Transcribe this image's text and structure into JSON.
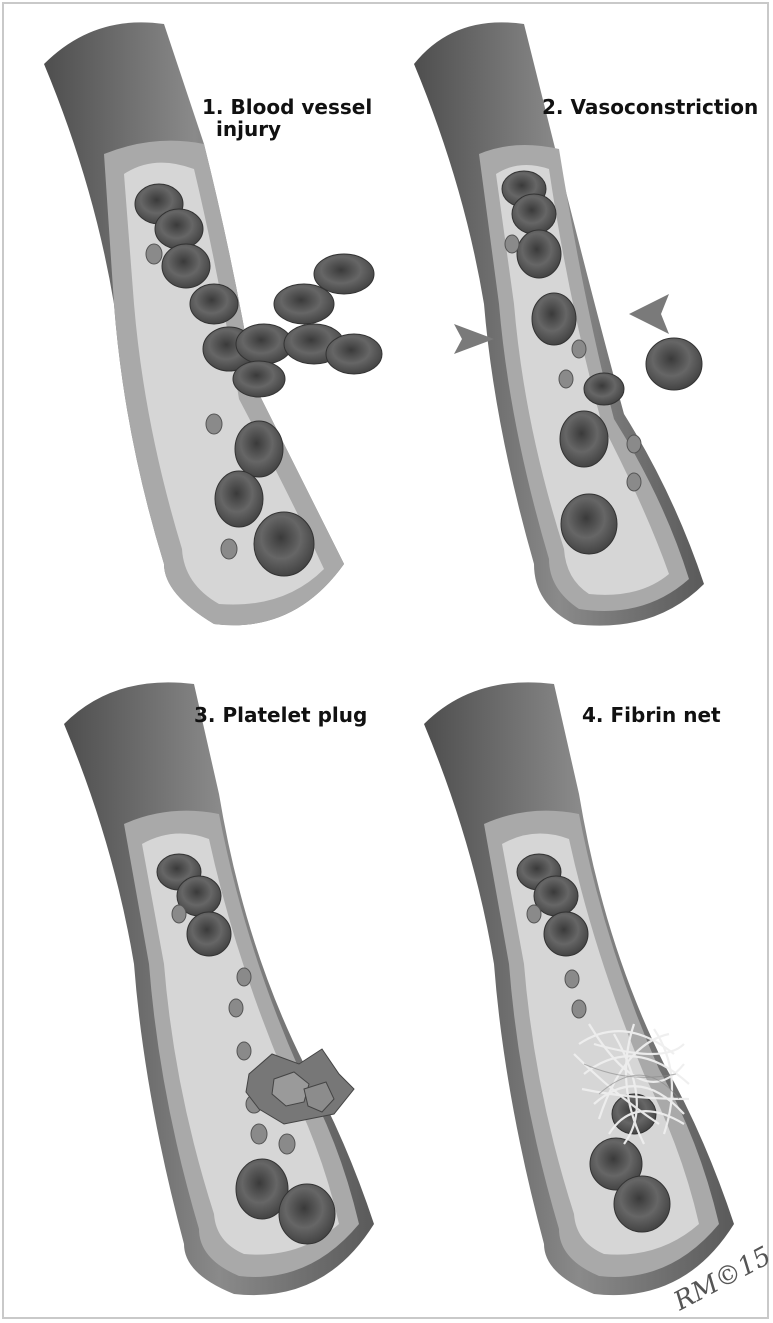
{
  "panels": [
    {
      "number": "1.",
      "title_line1": "Blood vessel",
      "title_line2": "injury"
    },
    {
      "number": "2.",
      "title_line1": "Vasoconstriction",
      "title_line2": ""
    },
    {
      "number": "3.",
      "title_line1": "Platelet plug",
      "title_line2": ""
    },
    {
      "number": "4.",
      "title_line1": "Fibrin net",
      "title_line2": ""
    }
  ],
  "signature": "RM©15",
  "colors": {
    "vessel_outer": "#6f6f6f",
    "vessel_wall": "#a9a9a9",
    "lumen": "#d6d6d6",
    "red_cell": "#5a5a5a",
    "platelet": "#8a8a8a",
    "fibrin": "#e8e8e8",
    "arrow": "#7a7a7a"
  }
}
